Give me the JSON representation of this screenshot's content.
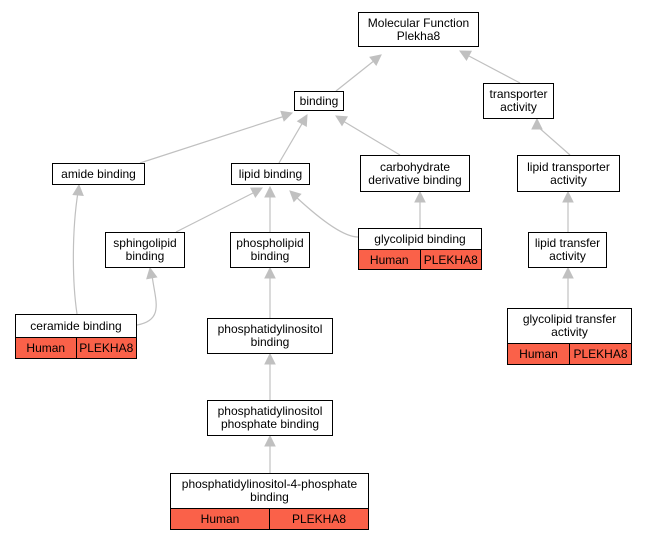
{
  "colors": {
    "edge": "#c0c0c0",
    "annotation": "#fa6149",
    "border": "#000000",
    "node_fill": "#ffffff"
  },
  "nodes": {
    "root": "Molecular Function\nPlekha8",
    "binding": "binding",
    "transporter_activity": "transporter\nactivity",
    "amide_binding": "amide binding",
    "lipid_binding": "lipid binding",
    "carbohydrate_derivative_binding": "carbohydrate\nderivative binding",
    "lipid_transporter_activity": "lipid transporter\nactivity",
    "sphingolipid_binding": "sphingolipid\nbinding",
    "phospholipid_binding": "phospholipid\nbinding",
    "glycolipid_binding": "glycolipid binding",
    "lipid_transfer_activity": "lipid transfer\nactivity",
    "ceramide_binding": "ceramide binding",
    "phosphatidylinositol_binding": "phosphatidylinositol\nbinding",
    "glycolipid_transfer_activity": "glycolipid transfer\nactivity",
    "phosphatidylinositol_phosphate_binding": "phosphatidylinositol\nphosphate binding",
    "pi4p_binding": "phosphatidylinositol-4-phosphate\nbinding"
  },
  "annotations": {
    "glycolipid_binding": {
      "species": "Human",
      "gene": "PLEKHA8"
    },
    "ceramide_binding": {
      "species": "Human",
      "gene": "PLEKHA8"
    },
    "glycolipid_transfer_activity": {
      "species": "Human",
      "gene": "PLEKHA8"
    },
    "pi4p_binding": {
      "species": "Human",
      "gene": "PLEKHA8"
    }
  }
}
